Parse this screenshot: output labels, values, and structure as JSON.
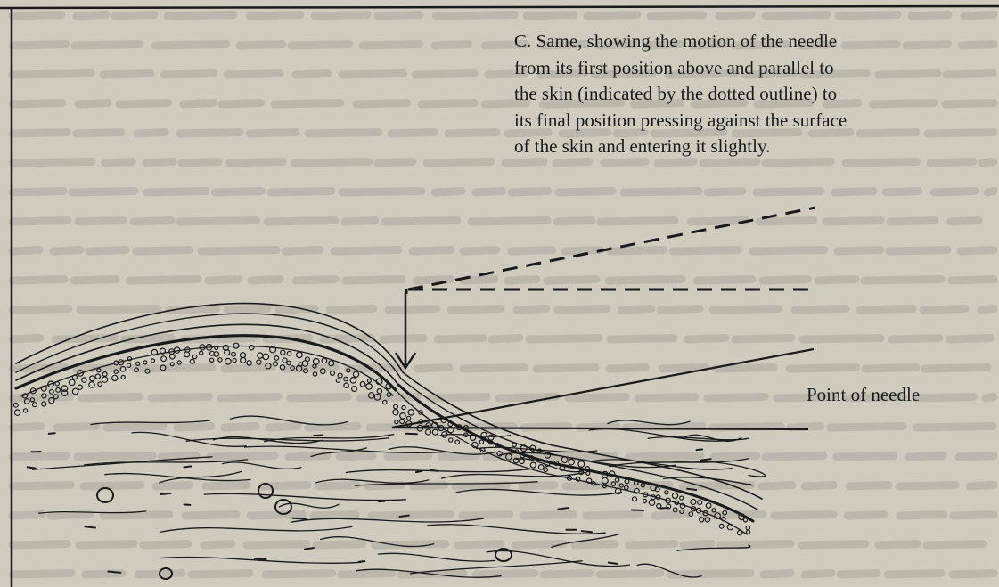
{
  "caption": {
    "lines": [
      "C. Same, showing the motion of the needle",
      "from its first position above and parallel to",
      "the skin (indicated by the dotted outline) to",
      "its final position pressing against the surface",
      "of the skin and entering it slightly."
    ]
  },
  "labels": {
    "needle_point": "Point of needle"
  },
  "colors": {
    "paper": "#cfcbbf",
    "ink": "#1a1a1a",
    "show_through": "#a8a49a"
  }
}
